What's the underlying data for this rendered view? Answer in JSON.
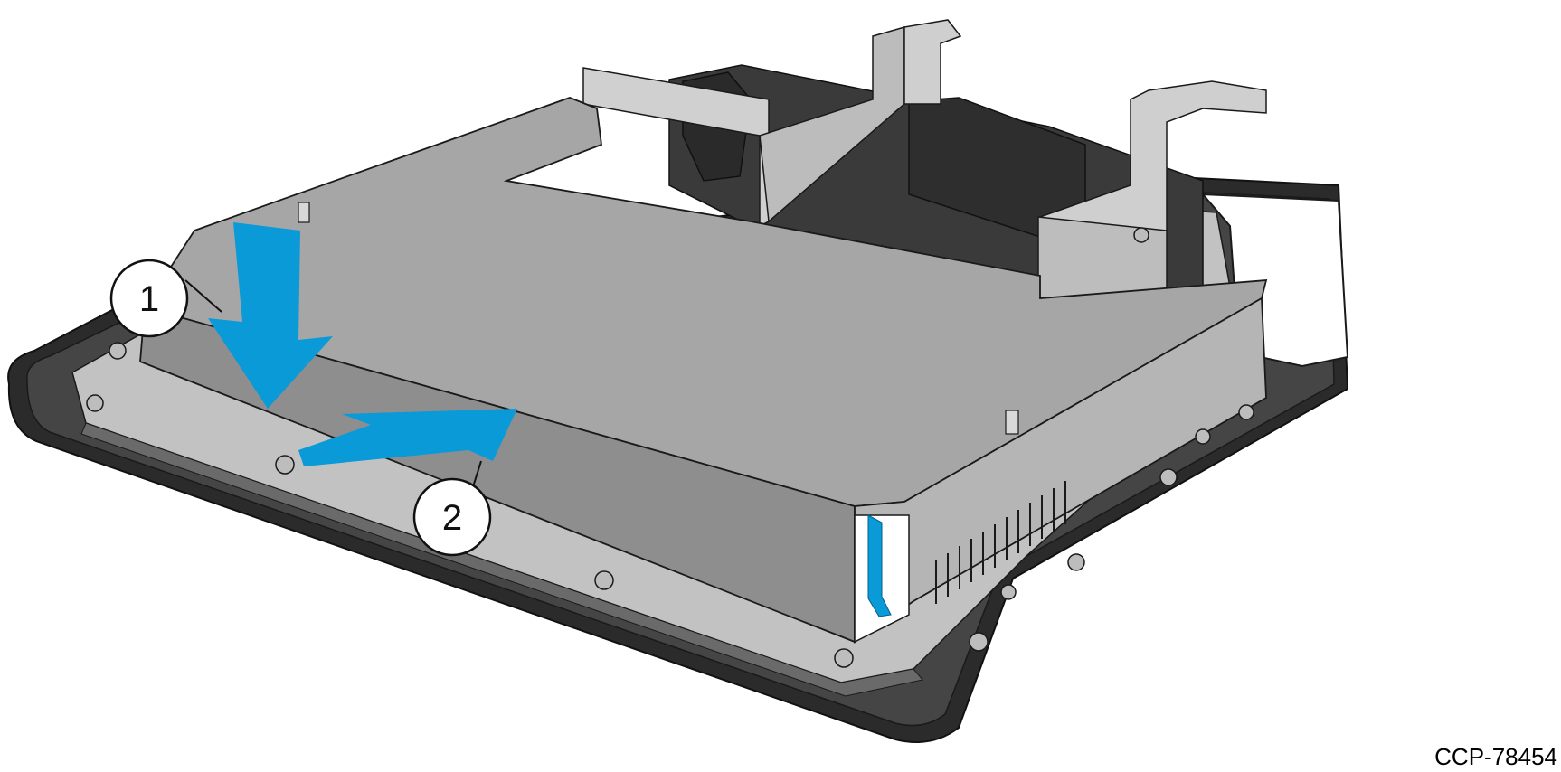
{
  "figure": {
    "figure_code": "CCP-78454",
    "callouts": [
      {
        "number": "1",
        "arrow_direction": "down"
      },
      {
        "number": "2",
        "arrow_direction": "right"
      }
    ]
  },
  "colors": {
    "arrow": "#0a9ad8",
    "bezel_outer": "#2b2b2b",
    "bezel_inner": "#454545",
    "chassis_plate": "#c2c2c2",
    "cover_top": "#a6a6a6",
    "cover_side": "#8e8e8e",
    "bracket": "#d0d0d0",
    "dark_plastic": "#3a3a3a",
    "outline": "#1a1a1a"
  }
}
